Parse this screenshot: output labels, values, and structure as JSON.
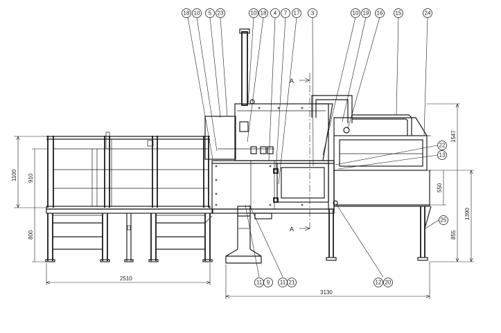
{
  "balloons": [
    {
      "id": "b18a",
      "label": "18"
    },
    {
      "id": "b10a",
      "label": "10"
    },
    {
      "id": "b5",
      "label": "5"
    },
    {
      "id": "b23",
      "label": "23"
    },
    {
      "id": "b10b",
      "label": "10"
    },
    {
      "id": "b18b",
      "label": "18"
    },
    {
      "id": "b4",
      "label": "4"
    },
    {
      "id": "b7",
      "label": "7"
    },
    {
      "id": "b17",
      "label": "17"
    },
    {
      "id": "b3",
      "label": "3"
    },
    {
      "id": "b10c",
      "label": "10"
    },
    {
      "id": "b19",
      "label": "19"
    },
    {
      "id": "b16",
      "label": "16"
    },
    {
      "id": "b15",
      "label": "15"
    },
    {
      "id": "b24",
      "label": "24"
    },
    {
      "id": "b22",
      "label": "22"
    },
    {
      "id": "b13",
      "label": "13"
    },
    {
      "id": "b25",
      "label": "25"
    },
    {
      "id": "b11a",
      "label": "11"
    },
    {
      "id": "b9",
      "label": "9"
    },
    {
      "id": "b11b",
      "label": "11"
    },
    {
      "id": "b21",
      "label": "21"
    },
    {
      "id": "b12",
      "label": "12"
    },
    {
      "id": "b20",
      "label": "20"
    }
  ],
  "dimensions": {
    "d1100": "1100",
    "d910": "910",
    "d800": "800",
    "d2510": "2510",
    "d3130": "3130",
    "d1547": "1547",
    "d550": "550",
    "d1390": "1390",
    "d855": "855"
  },
  "section_marks": {
    "top": "A",
    "bottom": "A"
  }
}
